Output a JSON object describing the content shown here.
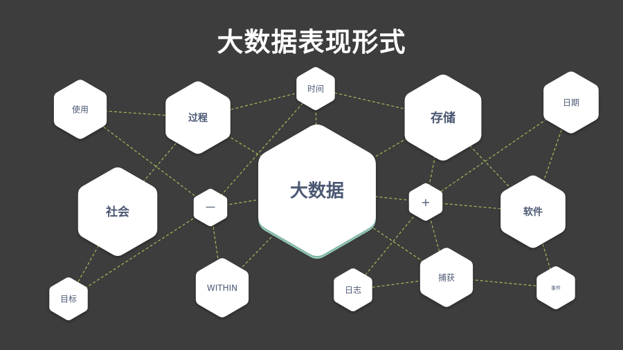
{
  "title": "大数据表现形式",
  "colors": {
    "background": "#3d3d3d",
    "connector": "#a3c05a",
    "node_fill": "#ffffff",
    "node_text": "#4b5873",
    "center_glow": "#a8e6d4"
  },
  "nodes": [
    {
      "id": "shiyong",
      "label": "使用"
    },
    {
      "id": "guocheng",
      "label": "过程"
    },
    {
      "id": "shijian",
      "label": "时间"
    },
    {
      "id": "cunchu",
      "label": "存储"
    },
    {
      "id": "riqi",
      "label": "日期"
    },
    {
      "id": "shehui",
      "label": "社会"
    },
    {
      "id": "minus",
      "label": "一"
    },
    {
      "id": "dashuju",
      "label": "大数据"
    },
    {
      "id": "plus",
      "label": "+"
    },
    {
      "id": "ruanjian",
      "label": "软件"
    },
    {
      "id": "mubiao",
      "label": "目标"
    },
    {
      "id": "within",
      "label": "WITHIN"
    },
    {
      "id": "rizhi",
      "label": "日志"
    },
    {
      "id": "buhuo",
      "label": "捕获"
    },
    {
      "id": "event",
      "label": "事件"
    }
  ],
  "edges": [
    [
      "shiyong",
      "guocheng"
    ],
    [
      "shiyong",
      "minus"
    ],
    [
      "guocheng",
      "shijian"
    ],
    [
      "guocheng",
      "dashuju"
    ],
    [
      "shijian",
      "minus"
    ],
    [
      "shijian",
      "cunchu"
    ],
    [
      "shijian",
      "dashuju"
    ],
    [
      "shehui",
      "guocheng"
    ],
    [
      "shehui",
      "mubiao"
    ],
    [
      "mubiao",
      "minus"
    ],
    [
      "minus",
      "dashuju"
    ],
    [
      "minus",
      "within"
    ],
    [
      "within",
      "dashuju"
    ],
    [
      "dashuju",
      "plus"
    ],
    [
      "dashuju",
      "cunchu"
    ],
    [
      "dashuju",
      "buhuo"
    ],
    [
      "cunchu",
      "plus"
    ],
    [
      "cunchu",
      "ruanjian"
    ],
    [
      "riqi",
      "plus"
    ],
    [
      "riqi",
      "ruanjian"
    ],
    [
      "plus",
      "ruanjian"
    ],
    [
      "plus",
      "rizhi"
    ],
    [
      "plus",
      "buhuo"
    ],
    [
      "rizhi",
      "buhuo"
    ],
    [
      "buhuo",
      "event"
    ],
    [
      "ruanjian",
      "event"
    ]
  ]
}
